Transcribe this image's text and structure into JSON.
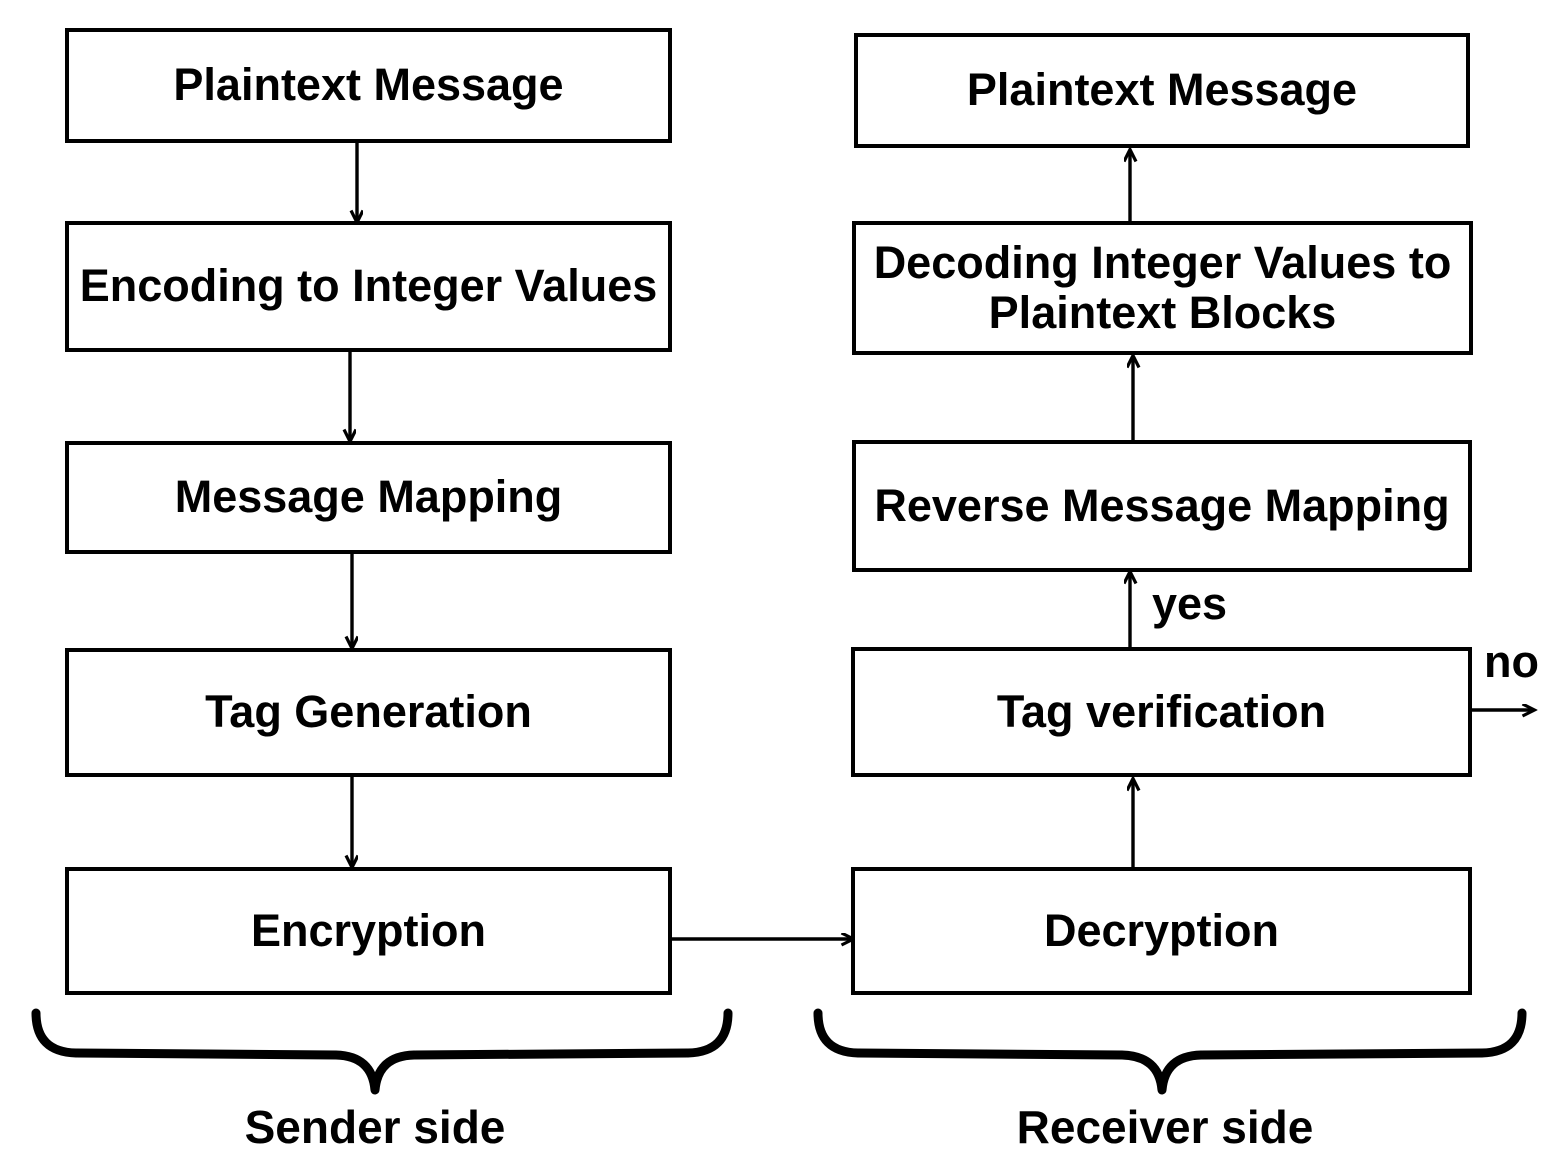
{
  "diagram": {
    "title": "Authenticated encryption scheme flowchart",
    "background_color": "#ffffff",
    "stroke_color": "#000000",
    "sender": {
      "group_label": "Sender side",
      "nodes": [
        {
          "id": "plaintext-message-sender",
          "label": "Plaintext Message"
        },
        {
          "id": "encoding-to-integer-values",
          "label": "Encoding to Integer Values"
        },
        {
          "id": "message-mapping",
          "label": "Message Mapping"
        },
        {
          "id": "tag-generation",
          "label": "Tag Generation"
        },
        {
          "id": "encryption",
          "label": "Encryption"
        }
      ]
    },
    "receiver": {
      "group_label": "Receiver side",
      "nodes": [
        {
          "id": "plaintext-message-receiver",
          "label": "Plaintext Message"
        },
        {
          "id": "decoding-integer-values",
          "label": "Decoding Integer Values to Plaintext Blocks"
        },
        {
          "id": "reverse-message-mapping",
          "label": "Reverse Message Mapping"
        },
        {
          "id": "tag-verification",
          "label": "Tag verification"
        },
        {
          "id": "decryption",
          "label": "Decryption"
        }
      ]
    },
    "edge_labels": {
      "yes": "yes",
      "no": "no"
    }
  }
}
